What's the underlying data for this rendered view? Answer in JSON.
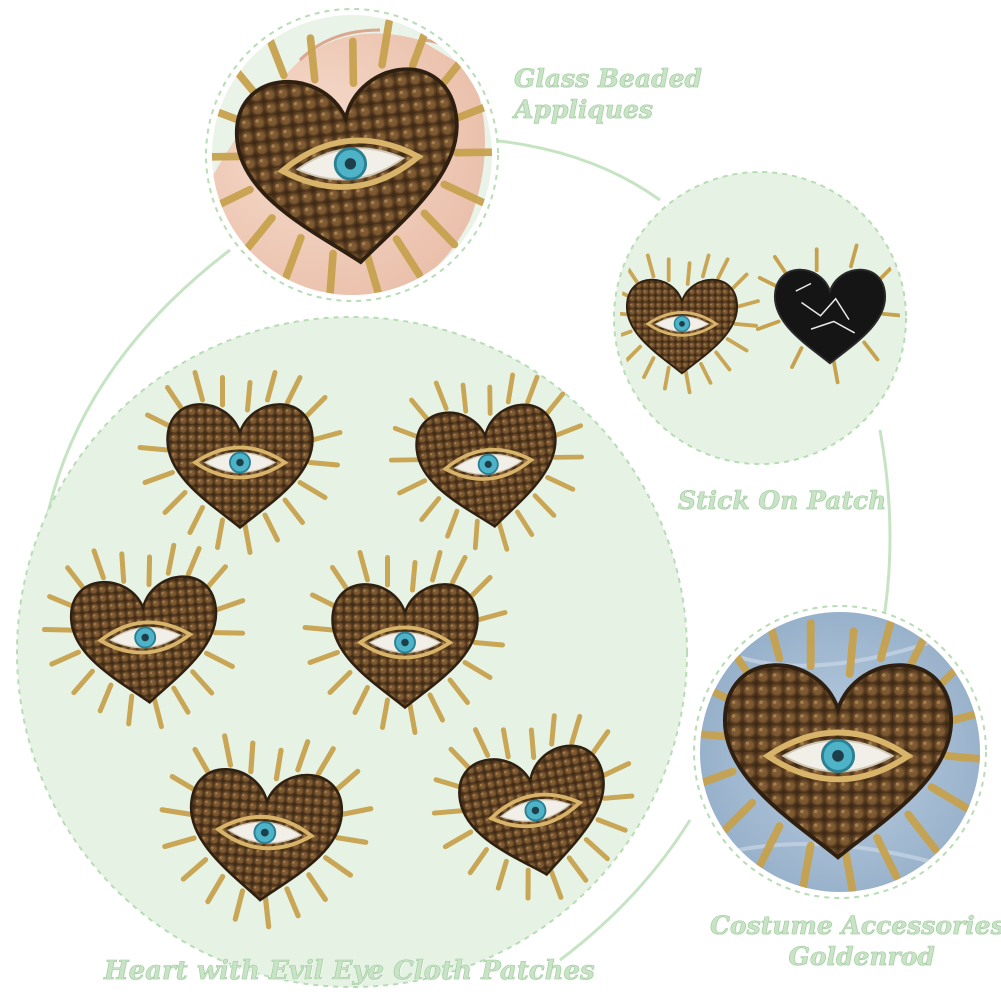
{
  "captions": {
    "glass_beaded": [
      "Glass Beaded",
      "Appliques"
    ],
    "stick_on": "Stick On Patch",
    "costume": [
      "Costume Accessories,",
      "Goldenrod"
    ],
    "heart_evil_eye": "Heart with Evil Eye Cloth Patches"
  },
  "colors": {
    "circle_fill": "#e6f3e4",
    "circle_stroke": "#b8dcb6",
    "connector": "#c6e4c4",
    "bead_brown": "#6a4a2a",
    "bead_dark": "#3e2a16",
    "fringe_gold": "#c7a24e",
    "eye_white": "#f1efe8",
    "eye_blue": "#4fb3c8",
    "denim": "#a9bfd6"
  },
  "icons": [
    "heart-patch-icon",
    "evil-eye-icon"
  ]
}
